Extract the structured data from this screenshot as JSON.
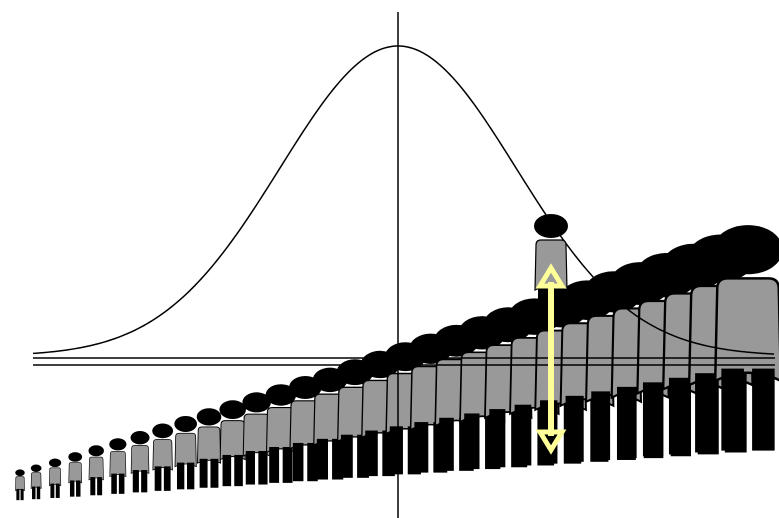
{
  "diagram": {
    "curve": "bell-curve",
    "figure_count": 31,
    "highlighted_figure": "raised-figure",
    "arrow": "double-headed-arrow",
    "colors": {
      "background": "#ffffff",
      "line": "#000000",
      "figure_body": "#999999",
      "figure_head_and_legs": "#000000",
      "arrow": "#ffff99"
    }
  }
}
